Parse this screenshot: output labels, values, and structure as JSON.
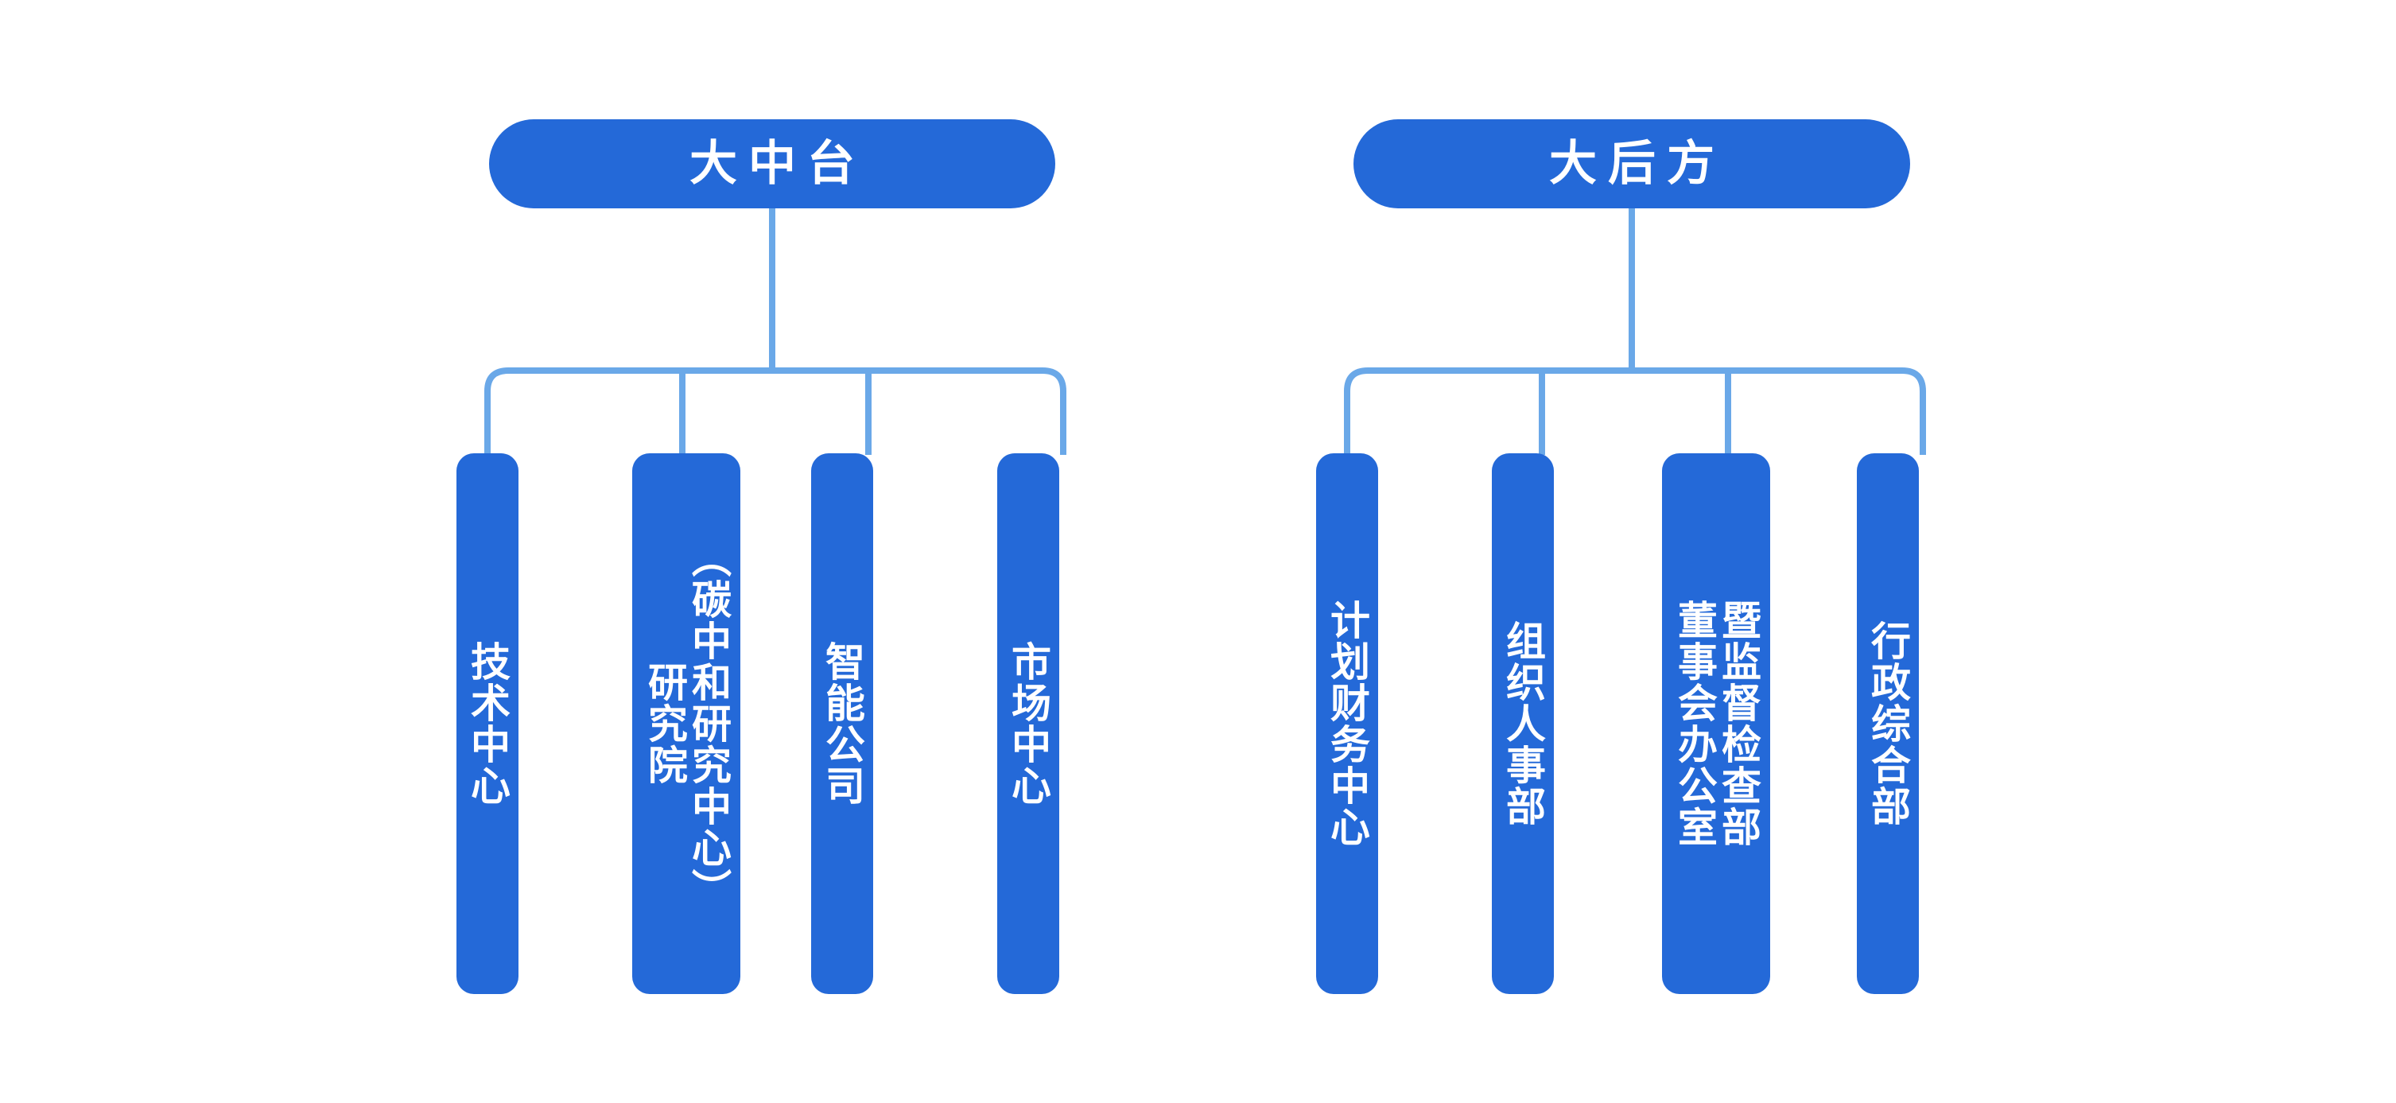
{
  "diagram": {
    "type": "org-chart",
    "background_color": "#ffffff",
    "node_color": "#2469d8",
    "connector_color": "#6aa8e8",
    "text_color": "#ffffff",
    "groups": [
      {
        "id": "zhongtai",
        "title": "大中台",
        "children": [
          {
            "id": "tech-center",
            "primary": "技术中心",
            "secondary": ""
          },
          {
            "id": "research-inst",
            "primary": "（碳中和研究中心）",
            "secondary": "研究院"
          },
          {
            "id": "ai-company",
            "primary": "智能公司",
            "secondary": ""
          },
          {
            "id": "market-center",
            "primary": "市场中心",
            "secondary": ""
          }
        ]
      },
      {
        "id": "houfang",
        "title": "大后方",
        "children": [
          {
            "id": "finance-center",
            "primary": "计划财务中心",
            "secondary": ""
          },
          {
            "id": "hr-dept",
            "primary": "组织人事部",
            "secondary": ""
          },
          {
            "id": "board-office",
            "primary": "暨监督检查部",
            "secondary": "董事会办公室"
          },
          {
            "id": "admin-dept",
            "primary": "行政综合部",
            "secondary": ""
          }
        ]
      }
    ]
  }
}
